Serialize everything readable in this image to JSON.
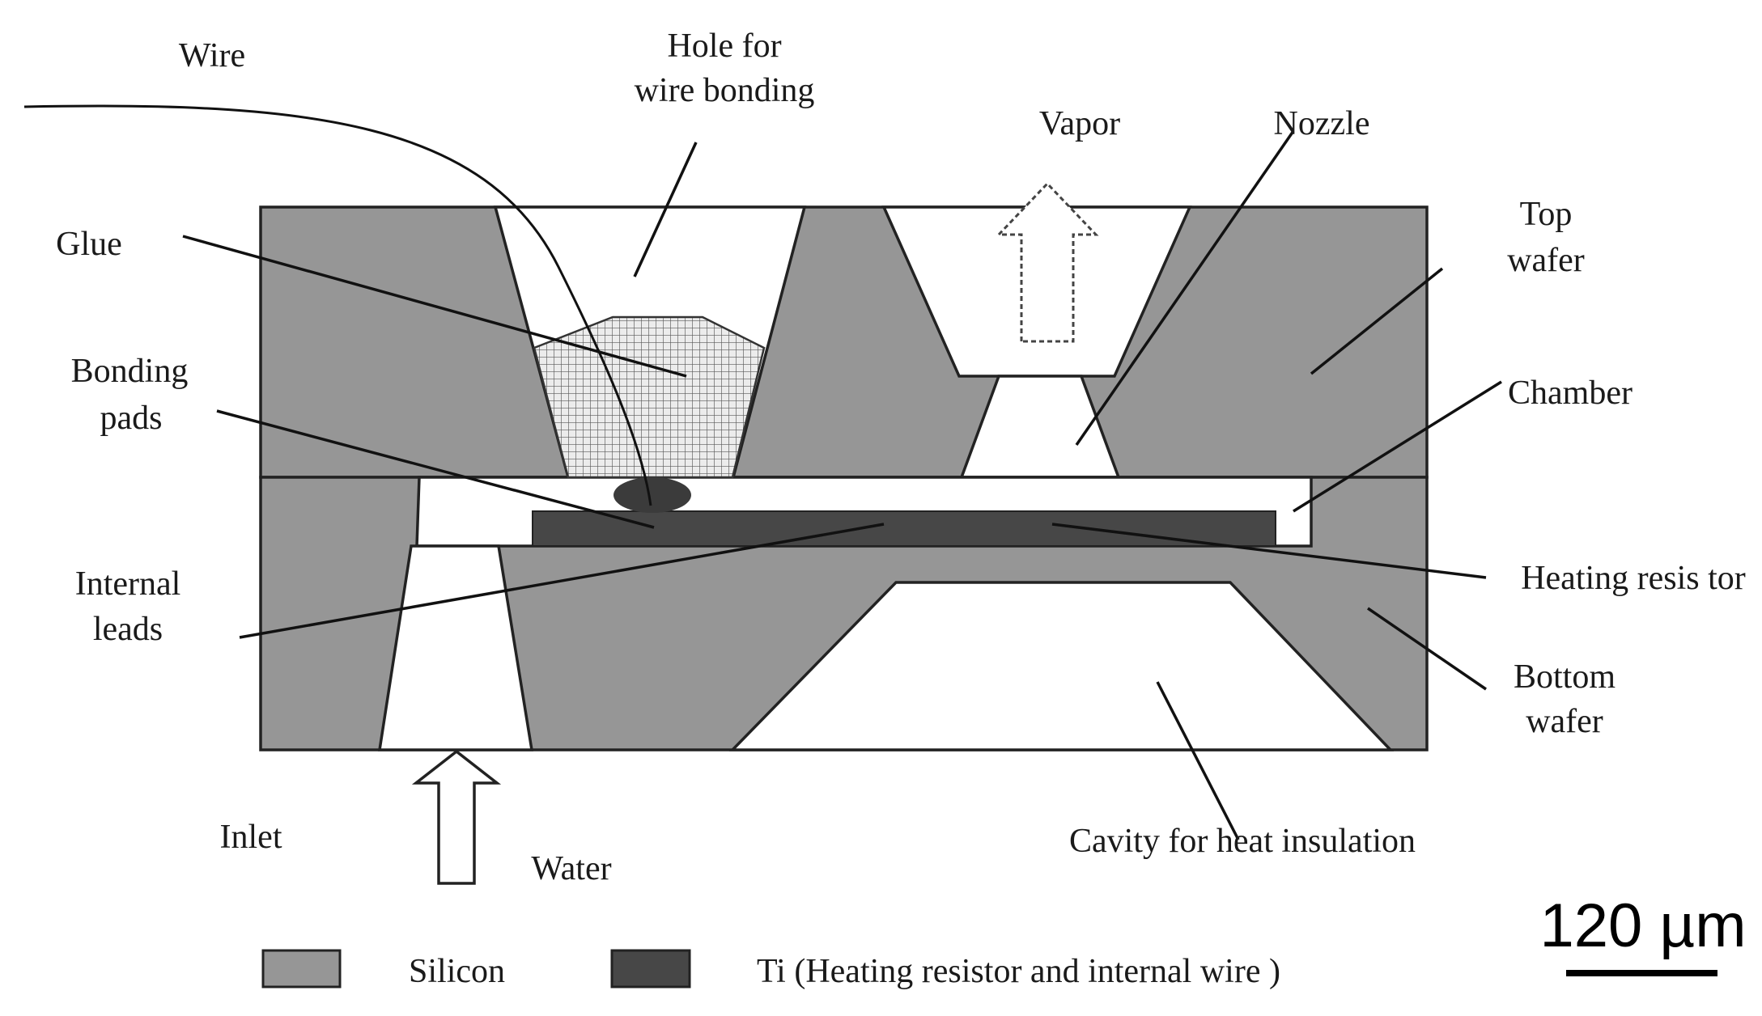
{
  "labels": {
    "wire": "Wire",
    "hole_line1": "Hole for",
    "hole_line2": "wire bonding",
    "vapor": "Vapor",
    "nozzle": "Nozzle",
    "glue": "Glue",
    "top_wafer_line1": "Top",
    "top_wafer_line2": "wafer",
    "bonding_pads_line1": "Bonding",
    "bonding_pads_line2": "pads",
    "chamber": "Chamber",
    "heating_resistor": "Heating resis tor",
    "internal_leads_line1": "Internal",
    "internal_leads_line2": "leads",
    "bottom_wafer_line1": "Bottom",
    "bottom_wafer_line2": "wafer",
    "inlet": "Inlet",
    "water": "Water",
    "cavity": "Cavity for heat insulation"
  },
  "legend": {
    "silicon_label": "Silicon",
    "ti_label": "Ti (Heating resistor and  internal wire )"
  },
  "scale_bar": {
    "label": "120 µm"
  },
  "colors": {
    "silicon": "#969696",
    "titanium": "#474747",
    "glue": "#d4d4d4",
    "background": "#ffffff"
  }
}
